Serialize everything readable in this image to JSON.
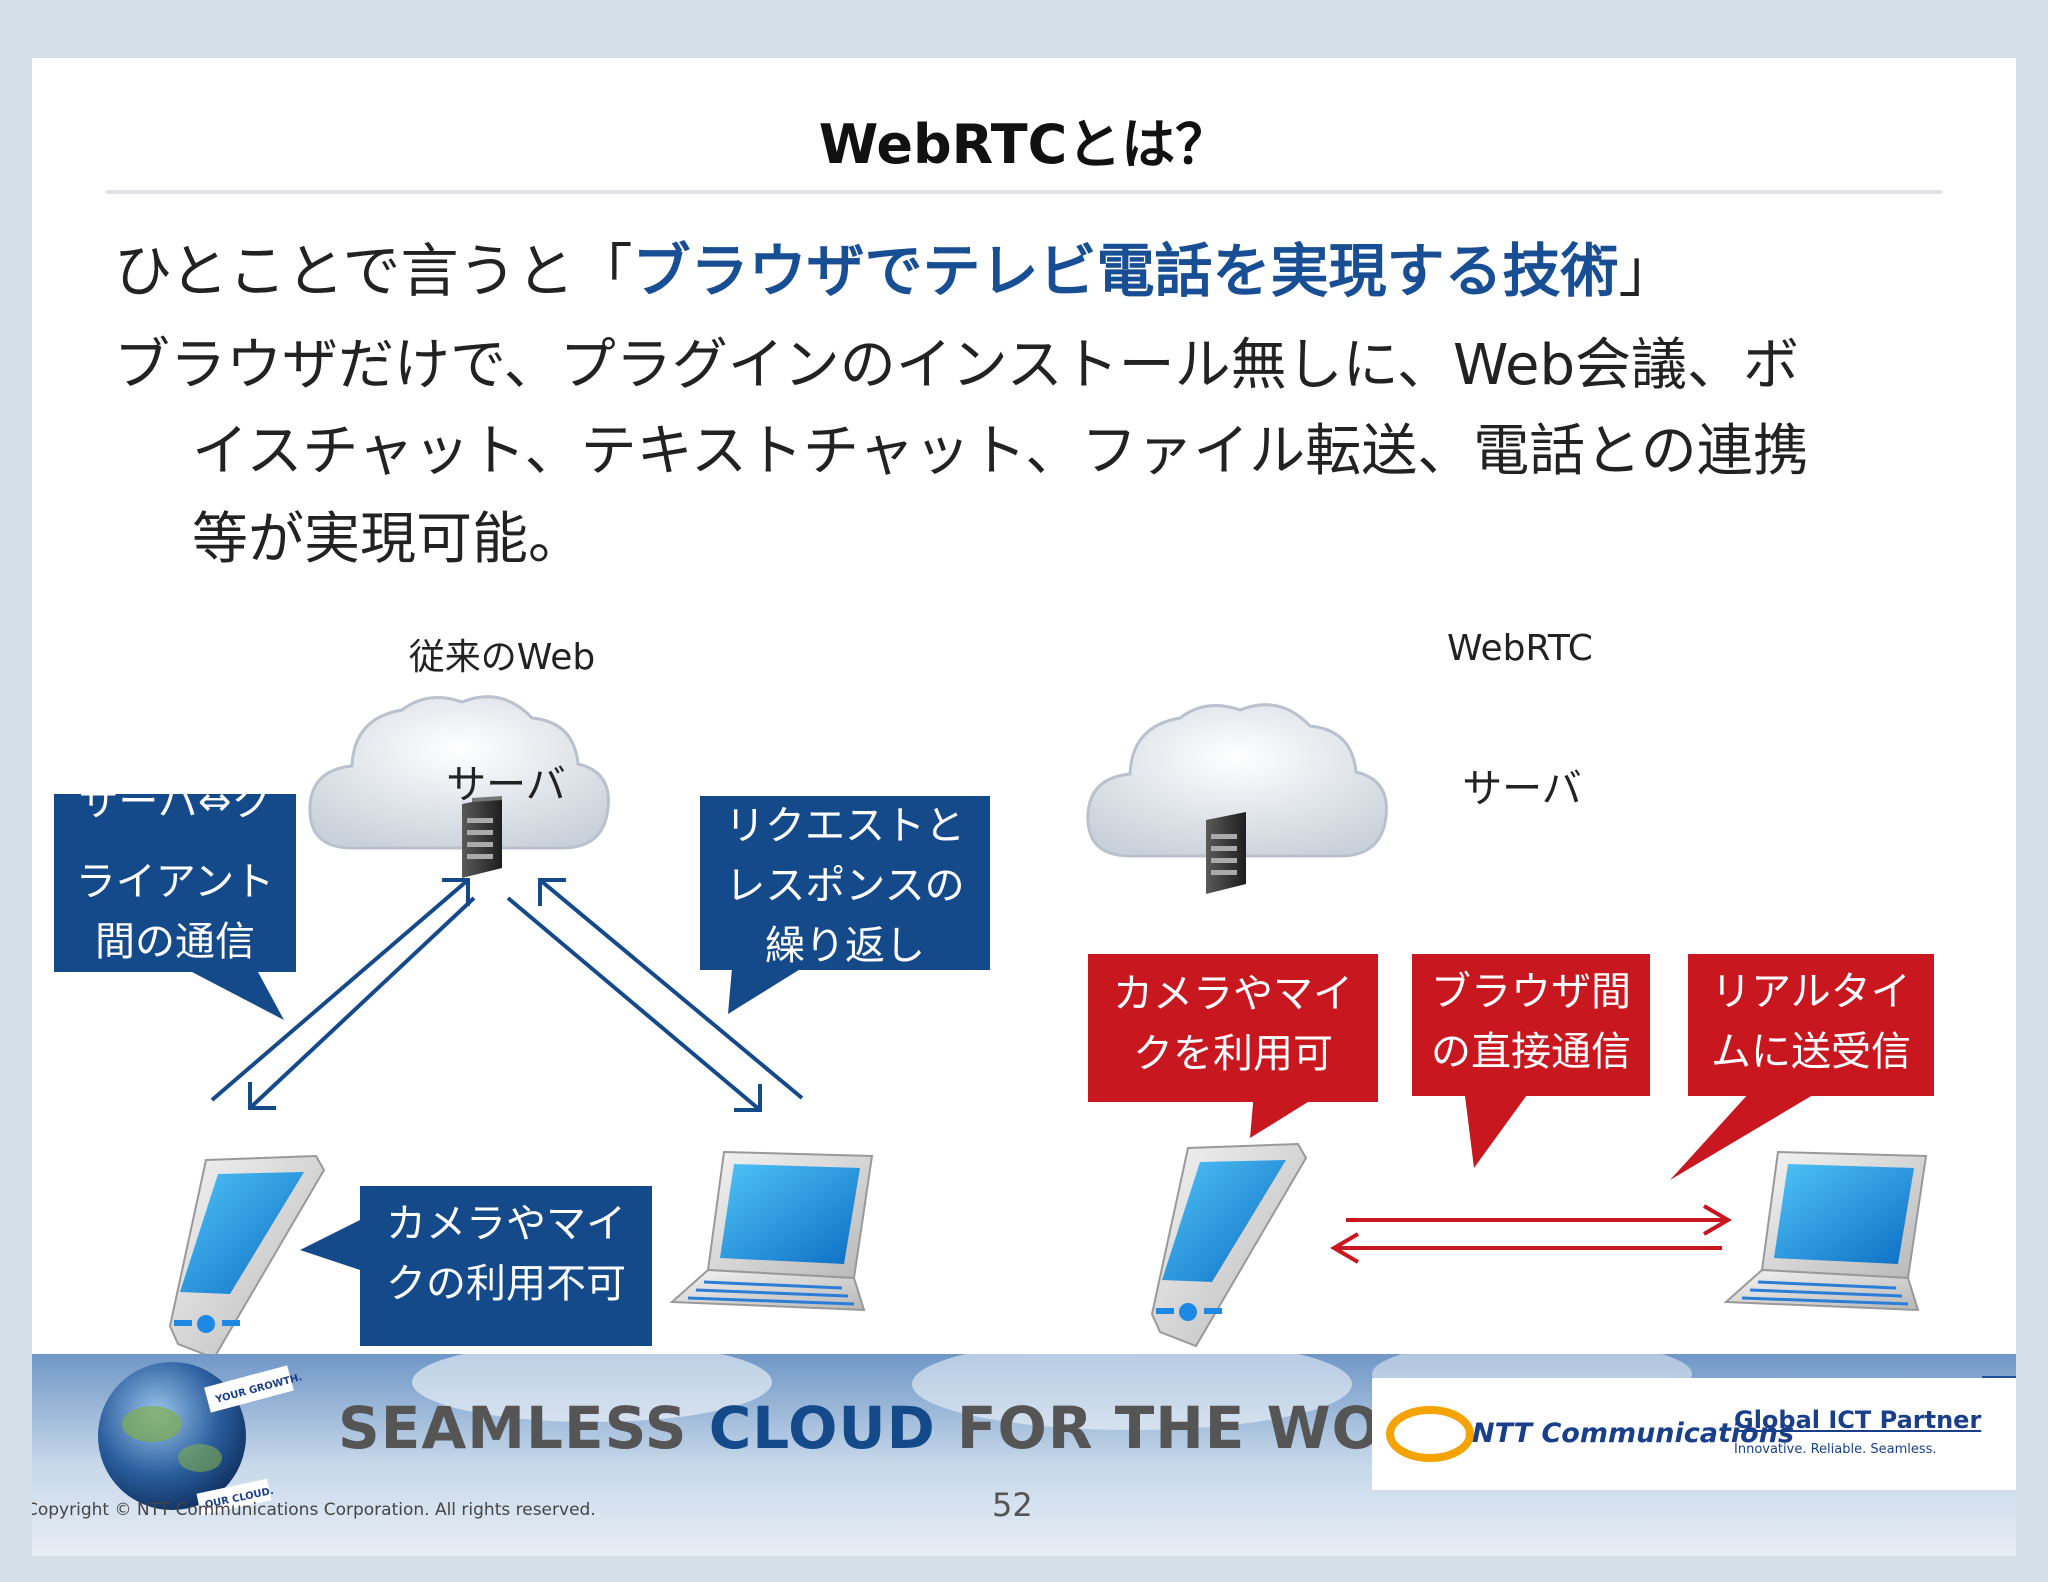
{
  "slide": {
    "title": "WebRTCとは？",
    "line1_prefix": "ひとことで言うと「",
    "line1_highlight": "ブラウザでテレビ電話を実現する技術",
    "line1_suffix": "」",
    "line2": "ブラウザだけで、プラグインのインストール無しに、Web会議、ボ",
    "line3": "イスチャット、テキストチャット、ファイル転送、電話との連携",
    "line4": "等が実現可能。"
  },
  "left_diagram": {
    "caption": "従来のWeb",
    "server_label": "サーバ",
    "callout_1": [
      "サーバ⇔ク",
      "ライアント",
      "間の通信"
    ],
    "callout_2": [
      "リクエストと",
      "レスポンスの",
      "繰り返し"
    ],
    "callout_3": [
      "カメラやマイ",
      "クの利用不可"
    ]
  },
  "right_diagram": {
    "caption": "WebRTC",
    "server_label": "サーバ",
    "callout_1": [
      "カメラやマイ",
      "クを利用可"
    ],
    "callout_2": [
      "ブラウザ間",
      "の直接通信"
    ],
    "callout_3": [
      "リアルタイ",
      "ムに送受信"
    ]
  },
  "footer": {
    "tagline_part1": "SEAMLESS ",
    "tagline_part2": "CLOUD",
    "tagline_part3": " FOR THE WORLD",
    "globe_text_1": "YOUR GROWTH.",
    "globe_text_2": "OUR CLOUD.",
    "logo_text": "NTT Communications",
    "partner_title": "Global ICT Partner",
    "partner_sub": "Innovative. Reliable. Seamless.",
    "copyright": "Copyright © NTT Communications Corporation. All rights reserved.",
    "page_number": "52"
  },
  "colors": {
    "blue_callout": "#154a8a",
    "red_callout": "#c8171f",
    "highlight_text": "#184f94"
  }
}
